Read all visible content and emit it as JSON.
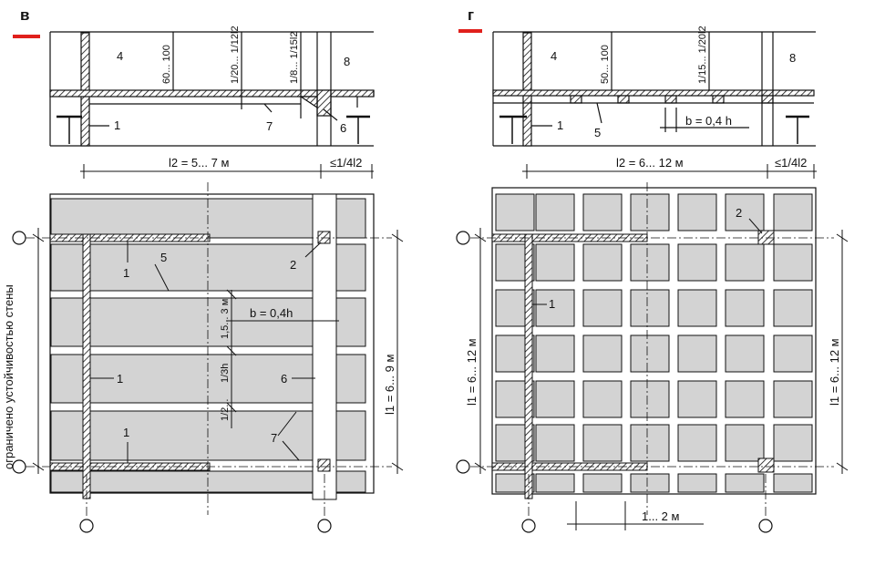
{
  "panels": {
    "left": {
      "letter": "в",
      "accent": "#e0201c",
      "section": {
        "marks": [
          "4",
          "8",
          "1",
          "7",
          "6"
        ],
        "dims": [
          "60... 100",
          "1/20... 1/12l2",
          "1/8... 1/15l2"
        ],
        "span": "l2 = 5... 7 м",
        "cantilever": "≤1/4l2"
      },
      "plan": {
        "marks": [
          "1",
          "5",
          "2",
          "1",
          "6",
          "1",
          "7"
        ],
        "beam_width": "b = 0,4h",
        "vert_dims": [
          "1,5... 3 м",
          "1/3h",
          "1/2... "
        ],
        "span": "l1 = 6... 9 м",
        "side_note": "ограничено устойчивостью стены"
      }
    },
    "right": {
      "letter": "г",
      "accent": "#e0201c",
      "section": {
        "marks": [
          "4",
          "8",
          "1",
          "5"
        ],
        "dims": [
          "50... 100",
          "1/15... 1/20l2"
        ],
        "rib_width": "b = 0,4 h",
        "span": "l2 = 6... 12 м",
        "cantilever": "≤1/4l2"
      },
      "plan": {
        "marks": [
          "2",
          "1"
        ],
        "span_left": "l1 = 6... 12 м",
        "span_right": "l1 = 6... 12 м",
        "grid_step": "1... 2 м"
      }
    }
  },
  "colors": {
    "slab_fill": "#d3d3d3",
    "line": "#111111",
    "accent": "#e0201c"
  }
}
